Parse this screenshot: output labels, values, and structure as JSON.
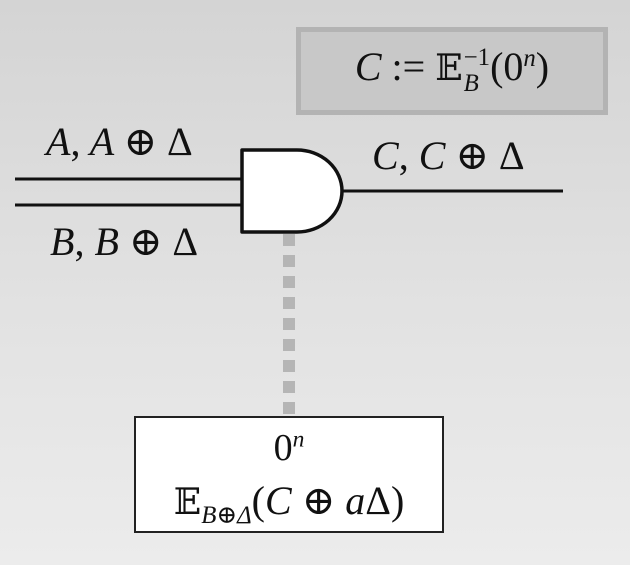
{
  "diagram": {
    "formula_box": {
      "lhs": "C",
      "assign": ":=",
      "bb": "𝔼",
      "bb_sub": "B",
      "bb_sup": "−1",
      "arg_open": "(",
      "arg_base": "0",
      "arg_sup": "n",
      "arg_close": ")"
    },
    "input_a_label": {
      "v1": "A",
      "sep": ",",
      "v2": "A",
      "op": "⊕",
      "delta": "Δ"
    },
    "input_b_label": {
      "v1": "B",
      "sep": ",",
      "v2": "B",
      "op": "⊕",
      "delta": "Δ"
    },
    "output_label": {
      "v1": "C",
      "sep": ",",
      "v2": "C",
      "op": "⊕",
      "delta": "Δ"
    },
    "result_box": {
      "line1_base": "0",
      "line1_sup": "n",
      "bb": "𝔼",
      "sub": "B⊕Δ",
      "open": "(",
      "c": "C",
      "op": "⊕",
      "a": "a",
      "delta": "Δ",
      "close": ")"
    },
    "colors": {
      "wire": "#111111",
      "gate_fill": "#ffffff",
      "dotted_connector": "#b5b5b5",
      "formula_box_fill": "#c8c8c8",
      "formula_box_border": "#b3b3b3"
    }
  }
}
